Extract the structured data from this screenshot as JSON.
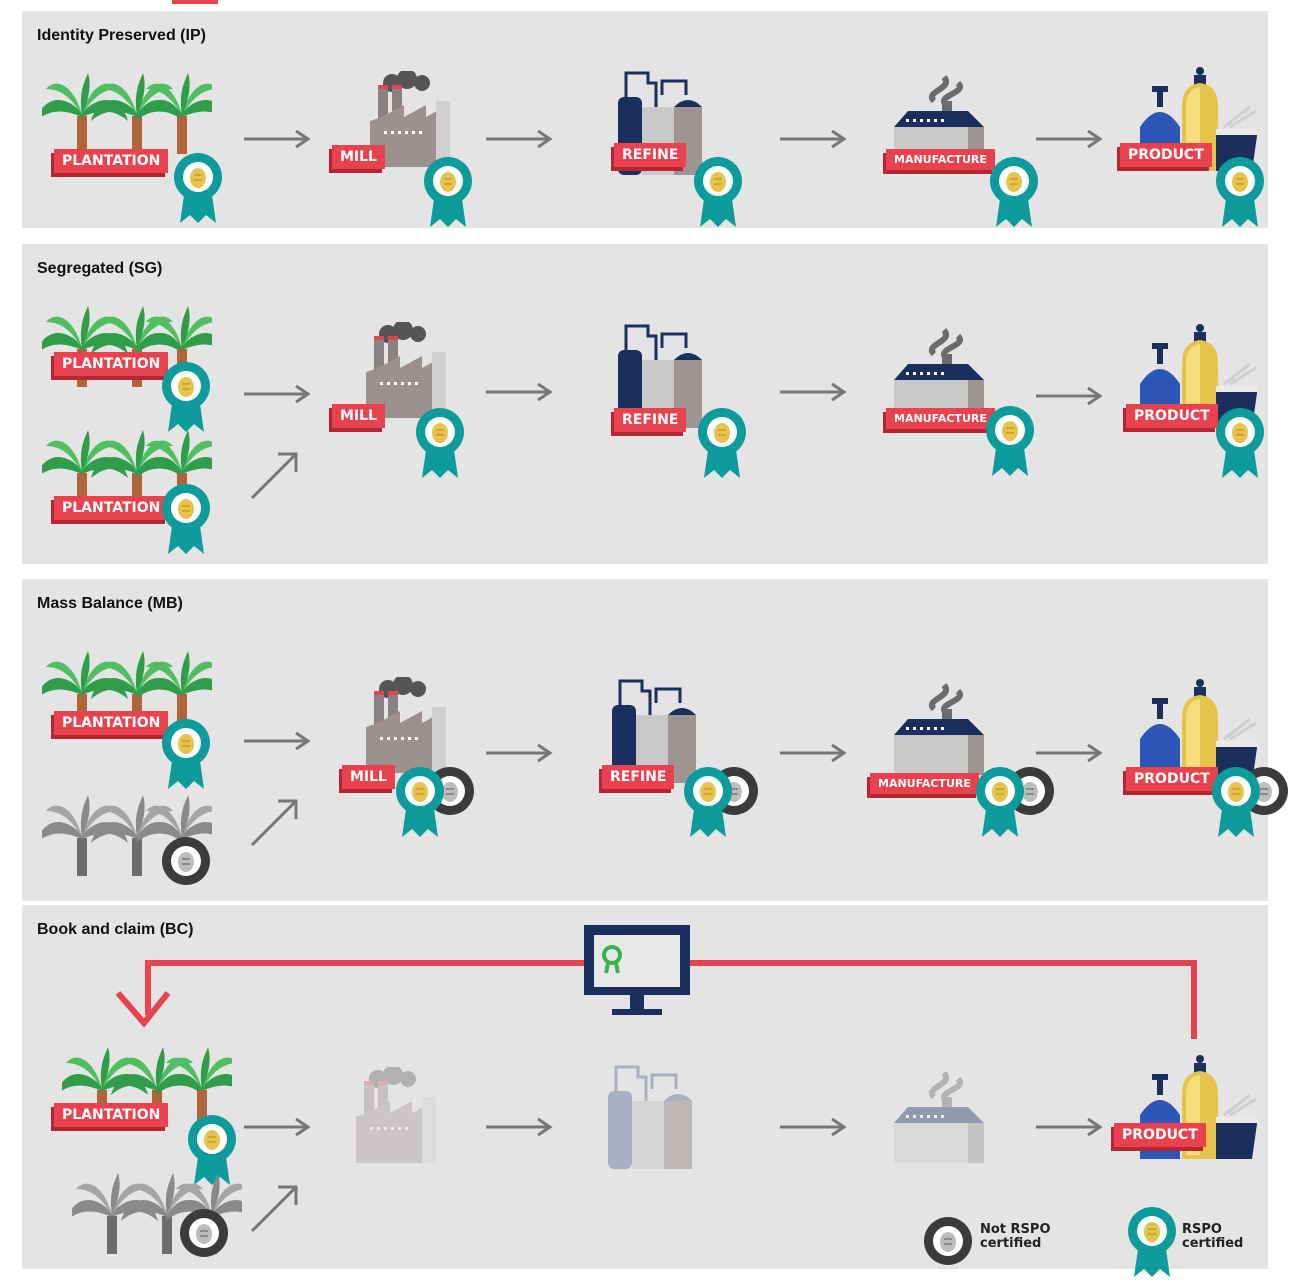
{
  "panels": [
    {
      "title": "Identity Preserved (IP)"
    },
    {
      "title": "Segregated (SG)"
    },
    {
      "title": "Mass Balance (MB)"
    },
    {
      "title": "Book and claim (BC)"
    }
  ],
  "labels": {
    "plantation": "PLANTATION",
    "mill": "MILL",
    "refine": "REFINE",
    "manufacture": "MANUFACTURE",
    "product": "PRODUCT"
  },
  "legend": {
    "not_certified": "Not RSPO certified",
    "not_certified_l1": "Not RSPO",
    "not_certified_l2": "certified",
    "certified_l1": "RSPO",
    "certified_l2": "certified"
  },
  "colors": {
    "panel_bg": "#e4e4e4",
    "label_red": "#e8424e",
    "cert_teal": "#0d9c9b",
    "navy": "#1a2f5e",
    "arrow_gray": "#777777",
    "bc_line_red": "#e8424e"
  },
  "icons": [
    "palm-tree-icon",
    "mill-factory-icon",
    "refinery-icon",
    "manufacturing-factory-icon",
    "product-bottles-icon",
    "rspo-certified-badge-icon",
    "not-certified-badge-icon",
    "computer-monitor-icon",
    "arrow-icon"
  ]
}
